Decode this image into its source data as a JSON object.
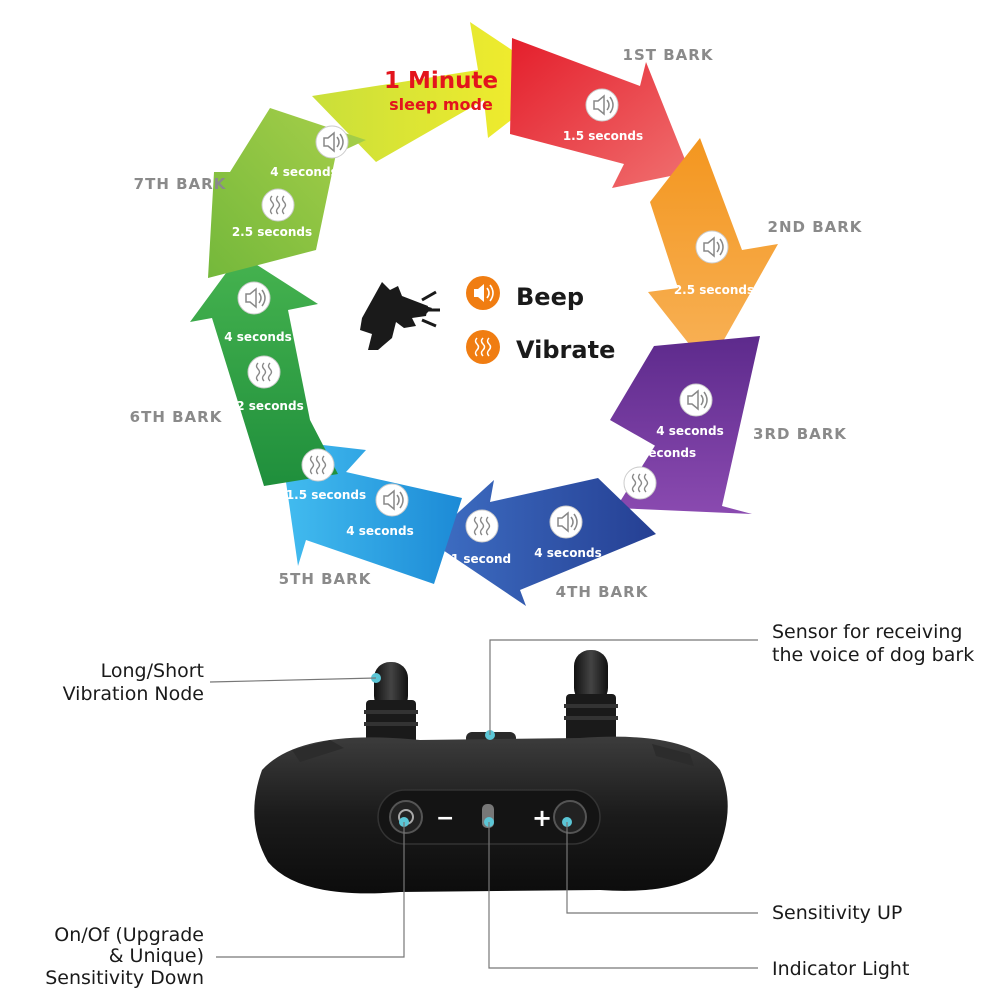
{
  "sleep": {
    "line1": "1 Minute",
    "line2": "sleep mode"
  },
  "barks": [
    {
      "label": "1ST BARK",
      "color": "#e8232e"
    },
    {
      "label": "2ND BARK",
      "color": "#f3951f"
    },
    {
      "label": "3RD BARK",
      "color": "#6e2e97"
    },
    {
      "label": "4TH BARK",
      "color": "#2c4fa7"
    },
    {
      "label": "5TH BARK",
      "color": "#24a3e0"
    },
    {
      "label": "6TH BARK",
      "color": "#2ea84a"
    },
    {
      "label": "7TH BARK",
      "color": "#8cc63f"
    }
  ],
  "durations": {
    "b1_beep": "1.5 seconds",
    "b2_beep": "2.5 seconds",
    "b3_beep": "4 seconds",
    "b3_vib": "0.5 seconds",
    "b4_beep": "4 seconds",
    "b4_vib": "1 second",
    "b5_beep": "4 seconds",
    "b5_vib": "1.5 seconds",
    "b6_beep": "4 seconds",
    "b6_vib": "2 seconds",
    "b7_beep": "4 seconds",
    "b7_vib": "2.5 seconds"
  },
  "legend": {
    "beep": "Beep",
    "vibrate": "Vibrate",
    "accent": "#f07d12"
  },
  "device": {
    "callouts": {
      "vib_node_1": "Long/Short",
      "vib_node_2": "Vibration Node",
      "sensor_1": "Sensor for receiving",
      "sensor_2": "the voice of dog bark",
      "onoff_1": "On/Of (Upgrade",
      "onoff_2": "& Unique)",
      "onoff_3": "Sensitivity Down",
      "sens_up": "Sensitivity UP",
      "indicator": "Indicator Light"
    },
    "minus": "−",
    "plus": "+",
    "dot_color": "#5bc6d6"
  }
}
